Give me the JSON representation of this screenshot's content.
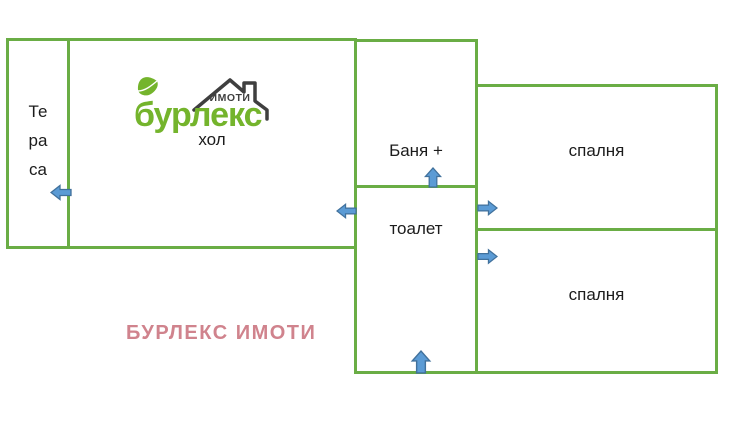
{
  "plan": {
    "rooms": {
      "terrace": {
        "line1": "Те",
        "line2": "ра",
        "line3": "са"
      },
      "hall": {
        "label": "хол"
      },
      "bathroom": {
        "line1": "Баня +",
        "line2": "тоалет"
      },
      "corridor": {
        "label": ""
      },
      "bedroom_top": {
        "label": "спалня"
      },
      "bedroom_bottom": {
        "label": "спалня"
      }
    },
    "doors": [
      {
        "name": "terrace-door",
        "direction": "left",
        "from": "hall",
        "to": "terrace"
      },
      {
        "name": "hall-door",
        "direction": "left",
        "from": "corridor",
        "to": "hall"
      },
      {
        "name": "bathroom-door",
        "direction": "up",
        "from": "corridor",
        "to": "bathroom"
      },
      {
        "name": "bedroom-top-door",
        "direction": "right",
        "from": "corridor",
        "to": "bedroom_top"
      },
      {
        "name": "bedroom-bottom-door",
        "direction": "right",
        "from": "corridor",
        "to": "bedroom_bottom"
      },
      {
        "name": "entrance-door",
        "direction": "up",
        "from": "outside",
        "to": "corridor"
      }
    ]
  },
  "logo": {
    "brand": "бурлекс",
    "tagline": "ИМОТИ",
    "icons": [
      "leaf-icon",
      "house-roof-icon"
    ]
  },
  "watermark": {
    "text": "БУРЛЕКС ИМОТИ"
  },
  "colors": {
    "wall_outline": "#6aad45",
    "door_arrow_fill": "#5b9bd5",
    "door_arrow_outline": "#41719c",
    "room_label_text": "#1c1c1c",
    "watermark_text": "#d0838d",
    "logo_green": "#74b42c",
    "logo_dark": "#3f3f3f",
    "background": "#ffffff"
  }
}
